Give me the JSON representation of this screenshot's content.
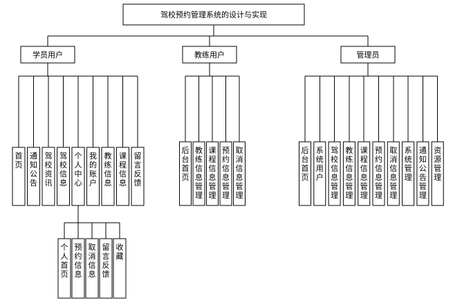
{
  "diagram": {
    "root": {
      "label": "驾校预约管理系统的设计与实现"
    },
    "groups": [
      {
        "label": "学员用户",
        "children": [
          "首页",
          "通知公告",
          "驾校资讯",
          "驾校信息",
          "个人中心",
          "我的账户",
          "教练信息",
          "课程信息",
          "留言反馈"
        ],
        "subgroup": {
          "parent": "个人中心",
          "children": [
            "个人首页",
            "预约信息",
            "取消信息",
            "留言反馈",
            "收藏"
          ]
        }
      },
      {
        "label": "教练用户",
        "children": [
          "后台首页",
          "教练信息管理",
          "课程信息管理",
          "预约信息管理",
          "取消信息管理"
        ]
      },
      {
        "label": "管理员",
        "children": [
          "后台首页",
          "系统用户",
          "驾校信息管理",
          "教练信息管理",
          "课程信息管理",
          "预约信息管理",
          "取消信息管理",
          "系统管理",
          "通知公告管理",
          "资源管理"
        ]
      }
    ]
  }
}
